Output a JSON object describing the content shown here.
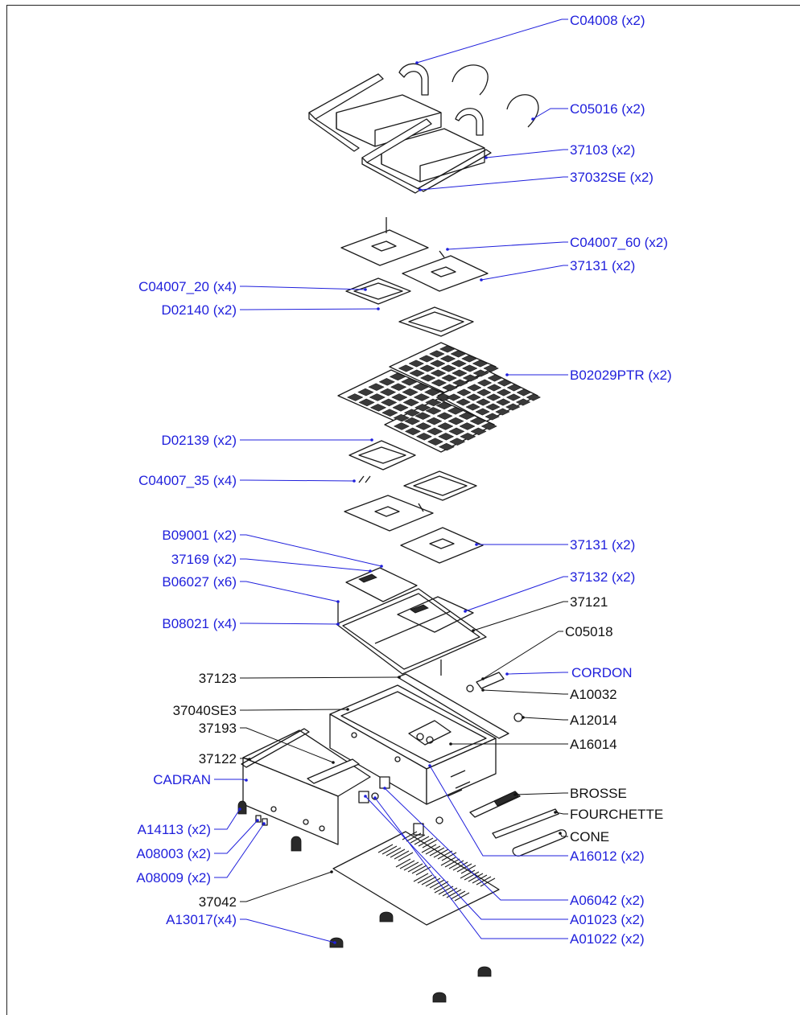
{
  "colors": {
    "linked": "#1f1fdc",
    "plain": "#111111",
    "line": "#1a1a1a"
  },
  "labels": [
    {
      "id": "c04008",
      "text": "C04008 (x2)",
      "linked": true
    },
    {
      "id": "c05016",
      "text": "C05016 (x2)",
      "linked": true
    },
    {
      "id": "p37103",
      "text": "37103 (x2)",
      "linked": true
    },
    {
      "id": "p37032se",
      "text": "37032SE (x2)",
      "linked": true
    },
    {
      "id": "c04007-60",
      "text": "C04007_60 (x2)",
      "linked": true
    },
    {
      "id": "p37131-top",
      "text": "37131 (x2)",
      "linked": true
    },
    {
      "id": "c04007-20",
      "text": "C04007_20 (x4)",
      "linked": true
    },
    {
      "id": "d02140",
      "text": "D02140 (x2)",
      "linked": true
    },
    {
      "id": "b02029ptr",
      "text": "B02029PTR (x2)",
      "linked": true
    },
    {
      "id": "d02139",
      "text": "D02139 (x2)",
      "linked": true
    },
    {
      "id": "c04007-35",
      "text": "C04007_35 (x4)",
      "linked": true
    },
    {
      "id": "p37131-bottom",
      "text": "37131 (x2)",
      "linked": true
    },
    {
      "id": "b09001",
      "text": "B09001 (x2)",
      "linked": true
    },
    {
      "id": "p37169",
      "text": "37169 (x2)",
      "linked": true
    },
    {
      "id": "p37132",
      "text": "37132 (x2)",
      "linked": true
    },
    {
      "id": "b06027",
      "text": "B06027 (x6)",
      "linked": true
    },
    {
      "id": "p37121",
      "text": "37121",
      "linked": false
    },
    {
      "id": "b08021",
      "text": "B08021 (x4)",
      "linked": true
    },
    {
      "id": "c05018",
      "text": "C05018",
      "linked": false
    },
    {
      "id": "p37123",
      "text": "37123",
      "linked": false
    },
    {
      "id": "cordon",
      "text": "CORDON",
      "linked": true
    },
    {
      "id": "a10032",
      "text": "A10032",
      "linked": false
    },
    {
      "id": "p37040se3",
      "text": "37040SE3",
      "linked": false
    },
    {
      "id": "a12014",
      "text": "A12014",
      "linked": false
    },
    {
      "id": "p37193",
      "text": "37193",
      "linked": false
    },
    {
      "id": "a16014",
      "text": "A16014",
      "linked": false
    },
    {
      "id": "p37122",
      "text": "37122",
      "linked": false
    },
    {
      "id": "cadran",
      "text": "CADRAN",
      "linked": true
    },
    {
      "id": "brosse",
      "text": "BROSSE",
      "linked": false
    },
    {
      "id": "fourchette",
      "text": "FOURCHETTE",
      "linked": false
    },
    {
      "id": "a14113",
      "text": "A14113 (x2)",
      "linked": true
    },
    {
      "id": "cone",
      "text": "CONE",
      "linked": false
    },
    {
      "id": "a08003",
      "text": "A08003 (x2)",
      "linked": true
    },
    {
      "id": "a16012",
      "text": "A16012 (x2)",
      "linked": true
    },
    {
      "id": "a08009",
      "text": "A08009 (x2)",
      "linked": true
    },
    {
      "id": "p37042",
      "text": "37042",
      "linked": false
    },
    {
      "id": "a06042",
      "text": "A06042 (x2)",
      "linked": true
    },
    {
      "id": "a13017",
      "text": "A13017(x4)",
      "linked": true
    },
    {
      "id": "a01023",
      "text": "A01023 (x2)",
      "linked": true
    },
    {
      "id": "a01022",
      "text": "A01022 (x2)",
      "linked": true
    }
  ]
}
